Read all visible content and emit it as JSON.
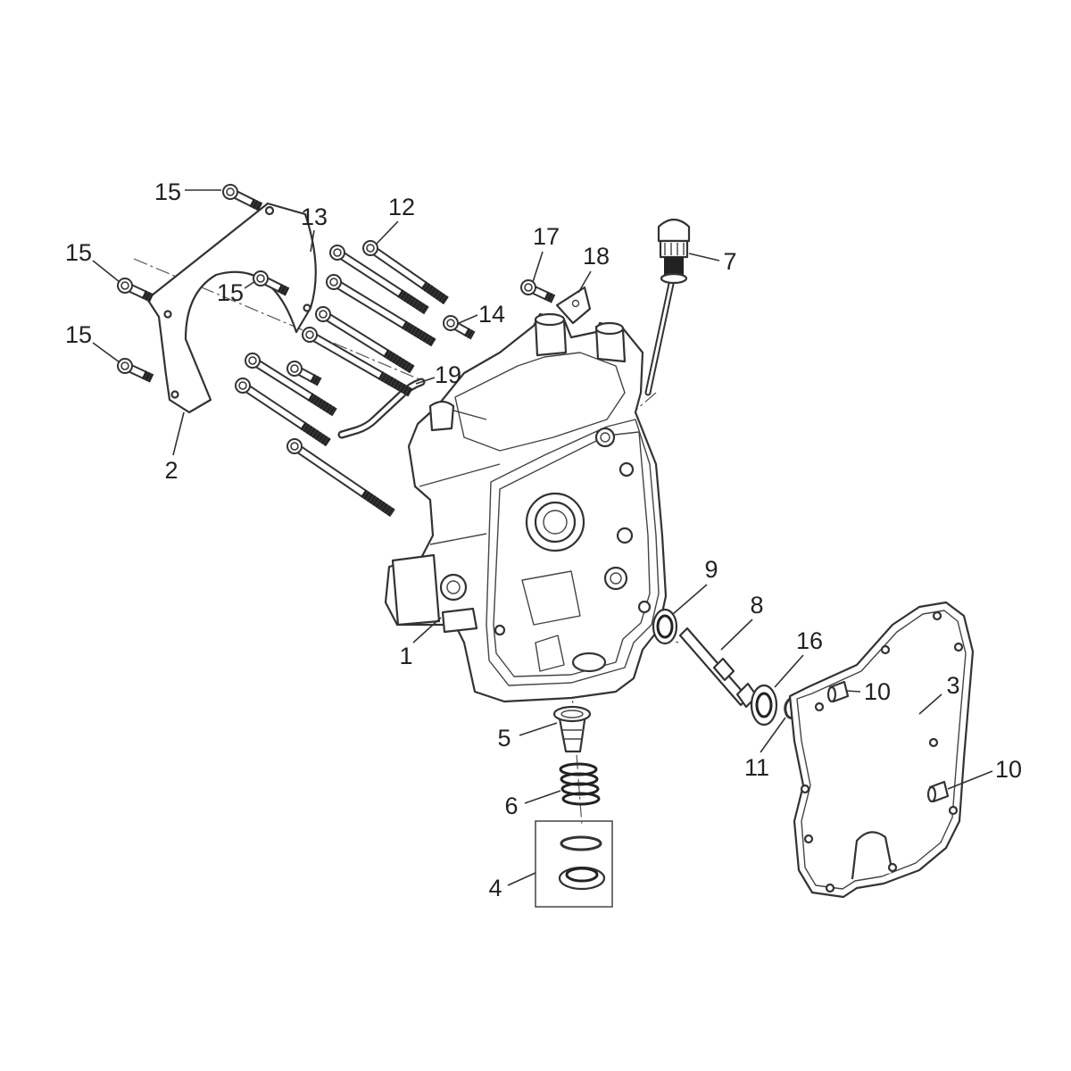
{
  "diagram": {
    "callouts": [
      "15",
      "13",
      "12",
      "17",
      "18",
      "7",
      "15",
      "15",
      "14",
      "15",
      "19",
      "2",
      "1",
      "9",
      "8",
      "16",
      "10",
      "3",
      "11",
      "10",
      "5",
      "6",
      "4"
    ]
  }
}
